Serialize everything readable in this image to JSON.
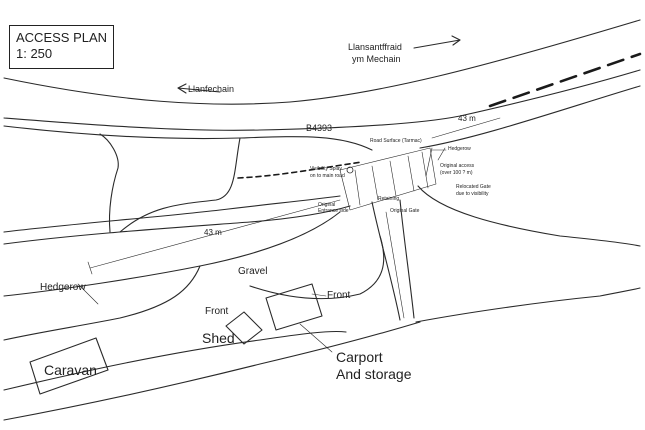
{
  "title": {
    "line1": "ACCESS PLAN",
    "line2": "1: 250"
  },
  "directions": {
    "east": {
      "line1": "Llansantffraid",
      "line2": "ym Mechain"
    },
    "west": "Llanfechain"
  },
  "road": {
    "name": "B4393",
    "surface": "Road Surface (Tarmac)"
  },
  "labels": {
    "hedgerow_right": "Hedgerow",
    "original_access": "Original access",
    "original_access_width": "(over 100 ? m)",
    "relocated_gate": "Relocated Gate",
    "relocated_gate_reason": "due to visibility",
    "visibility_splay": "Visibility Splay",
    "visibility_splay_sub": "on to main road",
    "dim_top": "43 m",
    "dim_bottom": "43 m",
    "original_entrance": "Original",
    "original_entrance_sub": "Entrance side",
    "retaining": "Retaining",
    "new_gate": "Original Gate",
    "gravel": "Gravel",
    "hedgerow_left": "Hedgerow",
    "front_shed": "Front",
    "front_carport": "Front",
    "shed": "Shed",
    "carport": "Carport",
    "and_storage": "And storage",
    "caravan": "Caravan"
  }
}
